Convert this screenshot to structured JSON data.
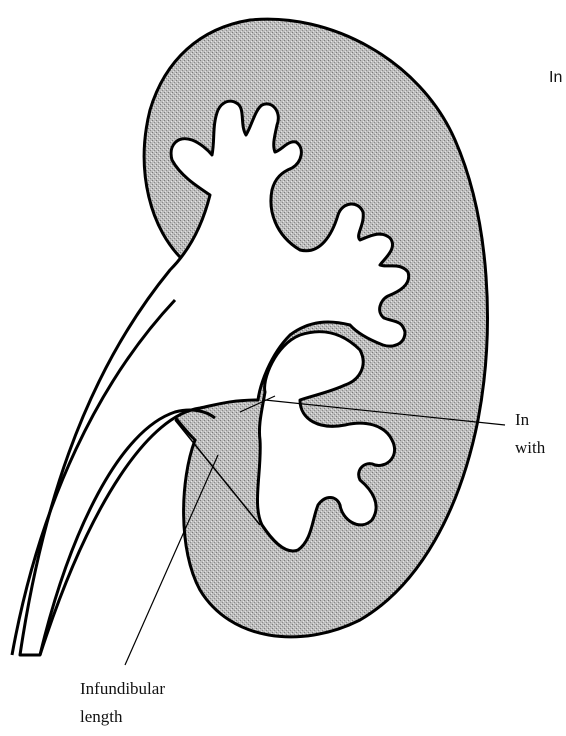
{
  "labels": {
    "top_right": "In",
    "right_line1": "In",
    "right_line2": "with",
    "bottom_line1": "Infundibular",
    "bottom_line2": "length"
  },
  "colors": {
    "outline": "#000000",
    "parenchyma_fill": "#b8b8b8",
    "background": "#ffffff"
  }
}
